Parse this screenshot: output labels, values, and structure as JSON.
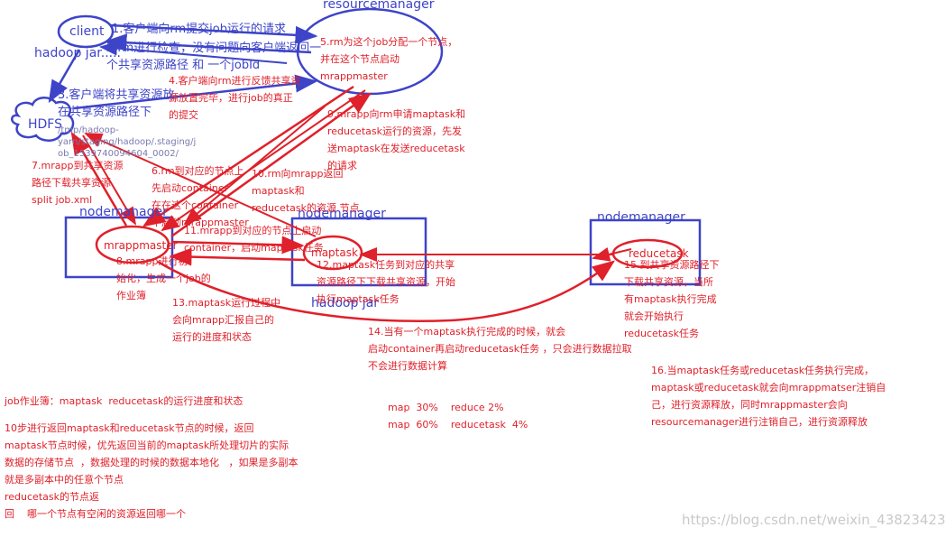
{
  "nodes": {
    "client": "client",
    "resourcemanager": "resourcemanager",
    "hdfs": "HDFS",
    "hadoop_jar_top": "hadoop jar.....",
    "nodemanager_1": "nodemanager",
    "mrappmaster": "mrappmaster",
    "nodemanager_2": "nodemanager",
    "maptask": "maptask",
    "hadoop_jar_mid": "hadoop jar",
    "nodemanager_3": "nodemanager",
    "reducetask": "reducetask"
  },
  "steps": {
    "s1": "1.客户端向rm提交job运行的请求",
    "s2": "2.rm进行检查，没有问题向客户端返回一\n个共享资源路径 和 一个jobId",
    "s3": "3.客户端将共享资源放\n在共享资源路径下",
    "hdfs_path": "/tmp/hadoop-\nyarn/staging/hadoop/.staging/j\nob_1539740094604_0002/",
    "s4": "4.客户端向rm进行反馈共享资\n源放置完毕，进行job的真正\n的提交",
    "s5": "5.rm为这个job分配一个节点，\n并在这个节点启动\nmrappmaster",
    "s6": "6.rm到对应的节点上\n先启动container\n在在这个container\n中启动mrappmaster",
    "s7": "7.mrapp到共享资源\n路径下载共享资源\nsplit job.xml",
    "s8": "8.mrapp进行初\n始化，生成一个job的\n作业簿",
    "s9": "9.mrapp向rm申请maptask和\nreducetask运行的资源，先发\n送maptask在发送reducetask\n的请求",
    "s10": "10.rm向mrapp返回\nmaptask和\nreducetask的资源 节点",
    "s11": "11.mrapp到对应的节点上启动\ncontainer，启动maptask任务",
    "s12": "12.maptask任务到对应的共享\n资源路径下下载共享资源，开始\n执行maptask任务",
    "s13": "13.maptask运行过程中\n会向mrapp汇报自己的\n运行的进度和状态",
    "s14": "14.当有一个maptask执行完成的时候，就会\n启动container再启动reducetask任务 ，只会进行数据拉取\n不会进行数据计算",
    "s15": "15.到共享资源路径下\n下载共享资源，当所\n有maptask执行完成\n就会开始执行\nreducetask任务",
    "s16": "16.当maptask任务或reducetask任务执行完成，\nmaptask或reducetask就会向mrappmatser注销自\n己，进行资源释放，同时mrappmaster会向\nresourcemanager进行注销自己，进行资源释放"
  },
  "notes": {
    "job_book": "job作业簿：maptask  reducetask的运行进度和状态",
    "progress": "map  30%    reduce 2%\nmap  60%    reducetask  4%",
    "step10_detail": "10步进行返回maptask和reducetask节点的时候，返回\nmaptask节点时候，优先返回当前的maptask所处理切片的实际\n数据的存储节点  ，数据处理的时候的数据本地化   ，如果是多副本\n就是多副本中的任意个节点\nreducetask的节点返\n回    哪一个节点有空闲的资源返回哪一个"
  },
  "watermark": "https://blog.csdn.net/weixin_43823423",
  "colors": {
    "blue": "#3d44c8",
    "red": "#e0202a"
  }
}
